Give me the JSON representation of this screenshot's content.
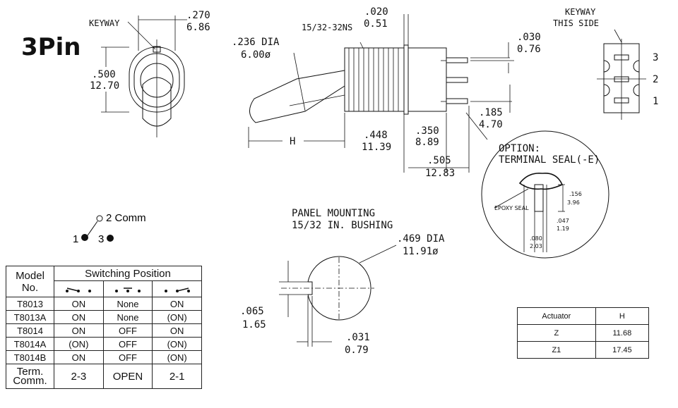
{
  "title": "3Pin",
  "top_view": {
    "keyway": "KEYWAY",
    "width_in": ".270",
    "width_mm": "6.86",
    "height_in": ".500",
    "height_mm": "12.70"
  },
  "side_view": {
    "thread": "15/32-32NS",
    "dia_in": ".236 DIA",
    "dia_mm": "6.00ø",
    "flange_in": ".020",
    "flange_mm": "0.51",
    "pin_in": ".030",
    "pin_mm": "0.76",
    "pitch_in": ".185",
    "pitch_mm": "4.70",
    "h_label": "H",
    "bushing_in": ".448",
    "bushing_mm": "11.39",
    "body_in": ".350",
    "body_mm": "8.89",
    "overall_in": ".505",
    "overall_mm": "12.83"
  },
  "end_view": {
    "keyway_line1": "KEYWAY",
    "keyway_line2": "THIS SIDE",
    "pins": [
      "3",
      "2",
      "1"
    ]
  },
  "option": {
    "line1": "OPTION:",
    "line2": "TERMINAL SEAL(-E)",
    "epoxy": "EPOXY SEAL",
    "d1_in": ".156",
    "d1_mm": "3.96",
    "d2_in": ".047",
    "d2_mm": "1.19",
    "d3_in": ".080",
    "d3_mm": "2.03"
  },
  "schematic": {
    "comm": "2 Comm",
    "pin1": "1",
    "pin3": "3"
  },
  "panel": {
    "line1": "PANEL MOUNTING",
    "line2": "15/32 IN. BUSHING",
    "dia_in": ".469 DIA",
    "dia_mm": "11.91ø",
    "key_in": ".065",
    "key_mm": "1.65",
    "w_in": ".031",
    "w_mm": "0.79"
  },
  "switch_table": {
    "model_header": "Model No.",
    "position_header": "Switching Position",
    "rows": [
      [
        "T8013",
        "ON",
        "None",
        "ON"
      ],
      [
        "T8013A",
        "ON",
        "None",
        "(ON)"
      ],
      [
        "T8014",
        "ON",
        "OFF",
        "ON"
      ],
      [
        "T8014A",
        "(ON)",
        "OFF",
        "(ON)"
      ],
      [
        "T8014B",
        "ON",
        "OFF",
        "(ON)"
      ]
    ],
    "term_label": "Term. Comm.",
    "term_values": [
      "2-3",
      "OPEN",
      "2-1"
    ]
  },
  "actuator_table": {
    "headers": [
      "Actuator",
      "H"
    ],
    "rows": [
      [
        "Z",
        "11.68"
      ],
      [
        "Z1",
        "17.45"
      ]
    ]
  }
}
